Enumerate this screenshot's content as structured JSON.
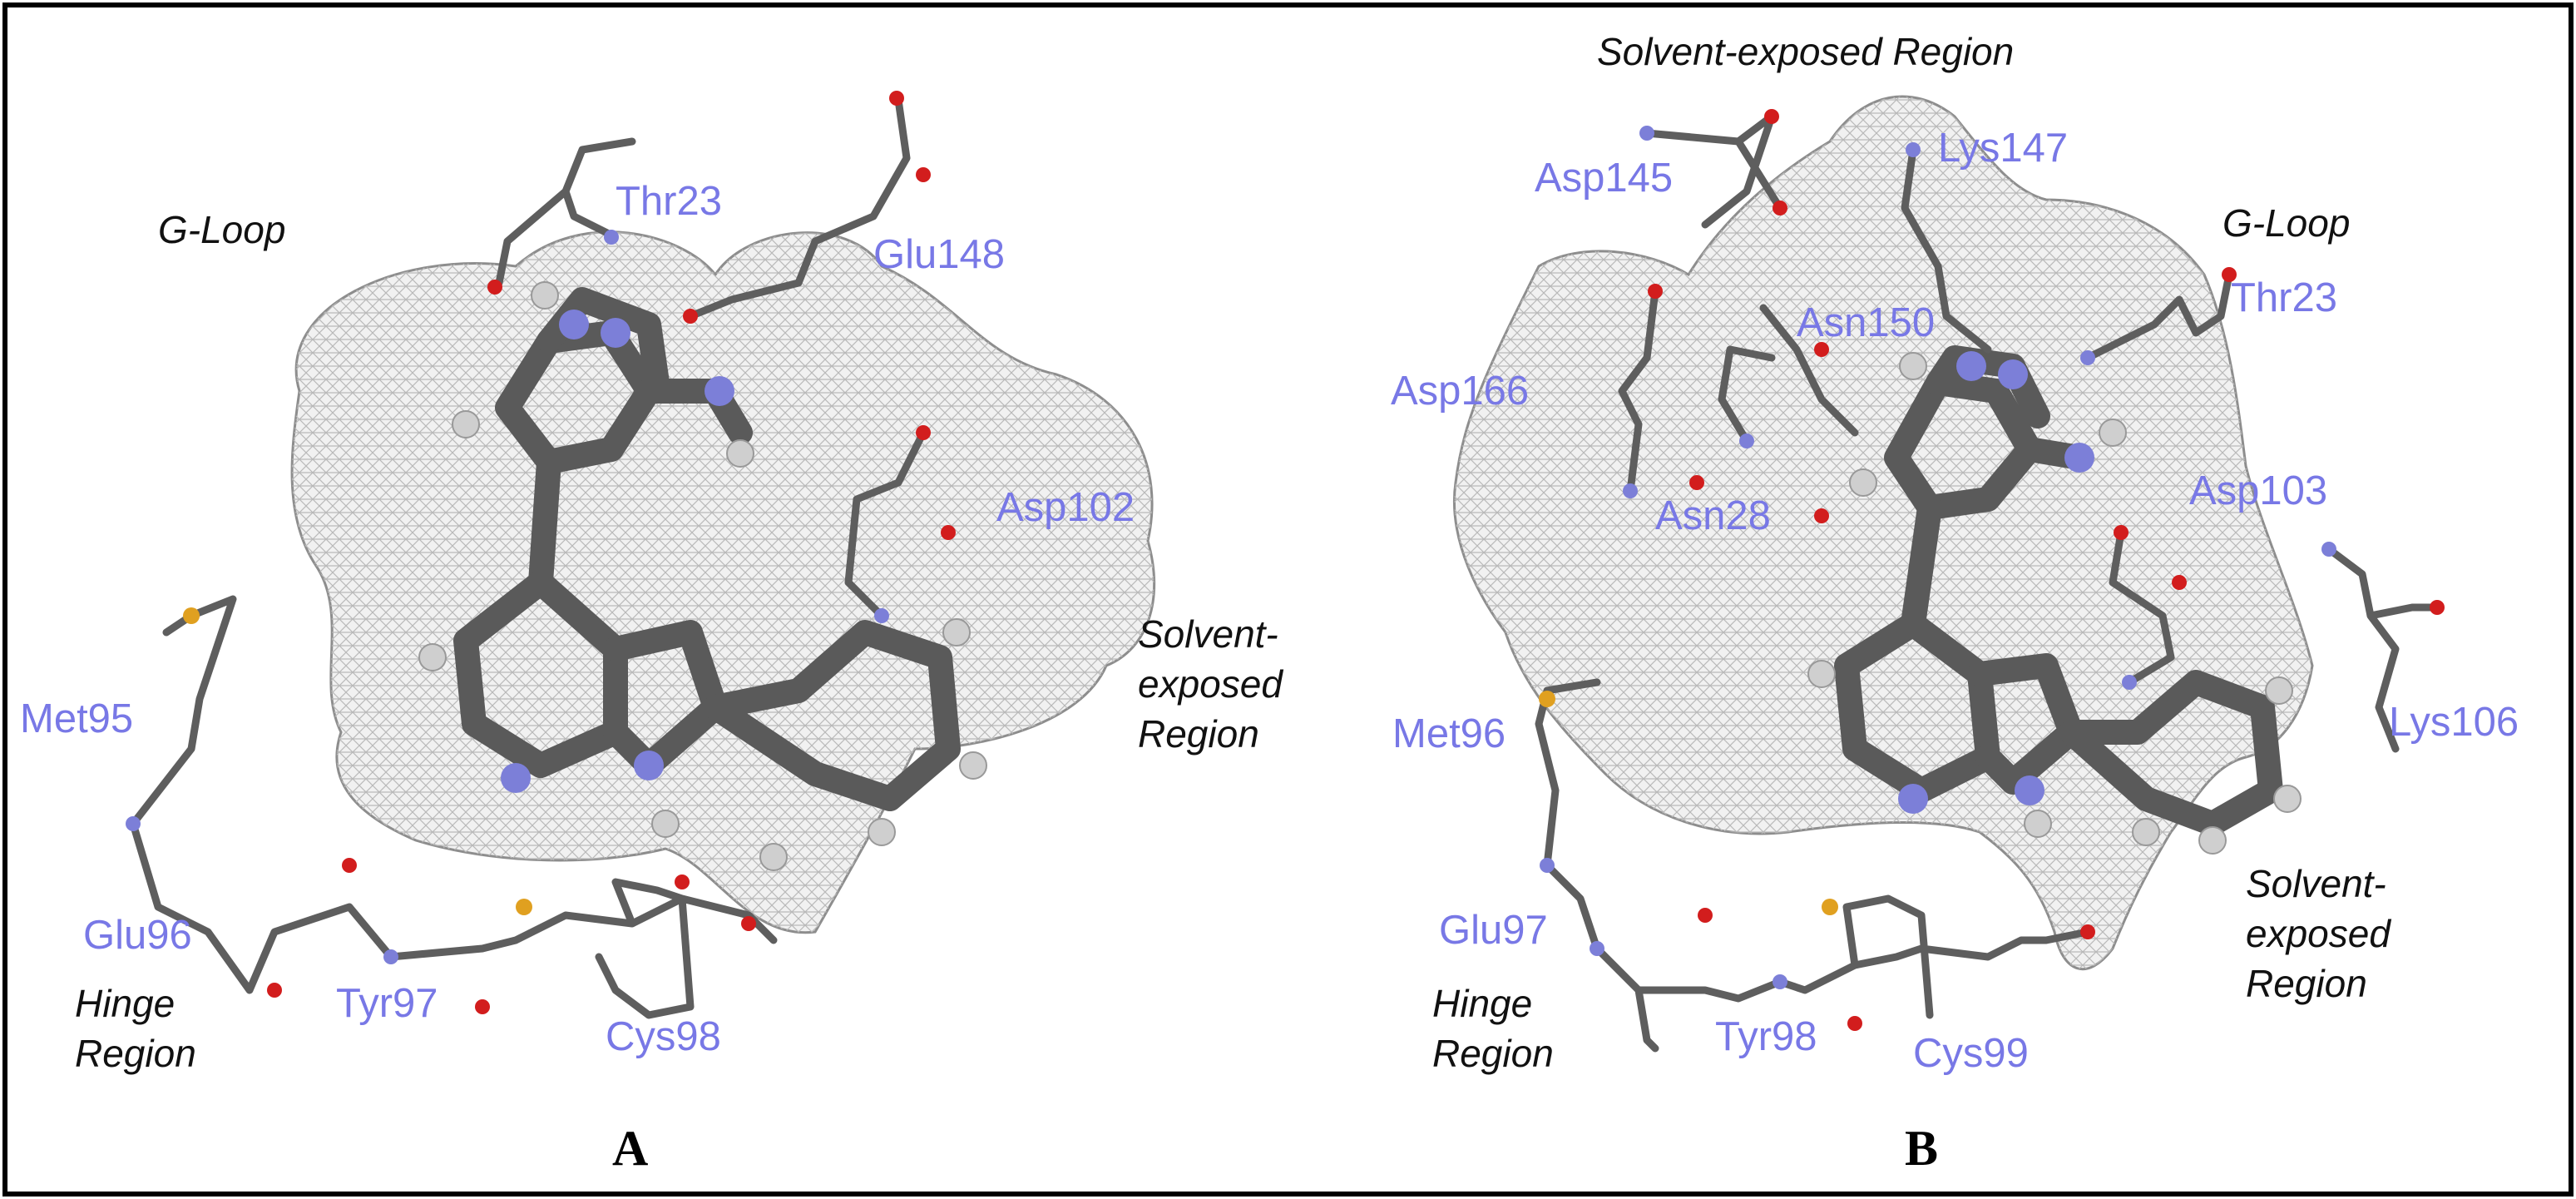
{
  "panels": {
    "a": {
      "panel_label": "A",
      "regions": {
        "g_loop": "G-Loop",
        "solvent_1": "Solvent-",
        "solvent_2": "exposed",
        "solvent_3": "Region",
        "hinge_1": "Hinge",
        "hinge_2": "Region"
      },
      "residues": {
        "thr23": "Thr23",
        "glu148": "Glu148",
        "asp102": "Asp102",
        "met95": "Met95",
        "glu96": "Glu96",
        "tyr97": "Tyr97",
        "cys98": "Cys98"
      }
    },
    "b": {
      "panel_label": "B",
      "regions": {
        "solvent_top": "Solvent-exposed Region",
        "g_loop": "G-Loop",
        "solvent_1": "Solvent-",
        "solvent_2": "exposed",
        "solvent_3": "Region",
        "hinge_1": "Hinge",
        "hinge_2": "Region"
      },
      "residues": {
        "asp145": "Asp145",
        "lys147": "Lys147",
        "thr23": "Thr23",
        "asn150": "Asn150",
        "asp166": "Asp166",
        "asn28": "Asn28",
        "asp103": "Asp103",
        "lys106": "Lys106",
        "met96": "Met96",
        "glu97": "Glu97",
        "tyr98": "Tyr98",
        "cys99": "Cys99"
      }
    }
  },
  "colors": {
    "residue_label": "#7878e6",
    "carbon": "#5e5e5e",
    "nitrogen": "#7c7fd8",
    "oxygen": "#d21d1d",
    "sulfur": "#e0a020",
    "hydrogen": "#cfcfcf",
    "surface_mesh": "#8d8d8d"
  }
}
